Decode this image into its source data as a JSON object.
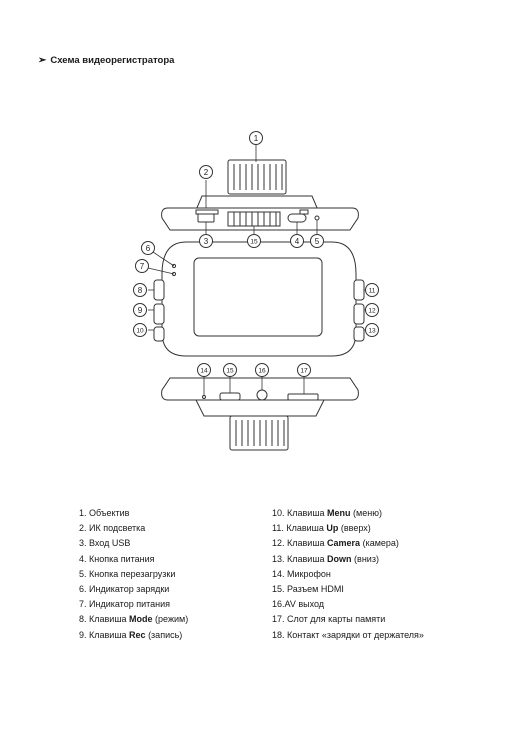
{
  "heading": {
    "bullet": "➢",
    "title": "Схема видеорегистратора"
  },
  "diagram_labels": [
    "1",
    "2",
    "3",
    "4",
    "5",
    "6",
    "7",
    "8",
    "9",
    "10",
    "11",
    "12",
    "13",
    "14",
    "15",
    "16",
    "17"
  ],
  "legend_left": [
    {
      "text": "1. Объектив"
    },
    {
      "text": "2. ИК подсветка"
    },
    {
      "text": "3. Вход USB"
    },
    {
      "text": "4. Кнопка питания"
    },
    {
      "text": "5. Кнопка перезагрузки"
    },
    {
      "text": "6. Индикатор зарядки"
    },
    {
      "text": "7. Индикатор питания"
    },
    {
      "pre": "8. Клавиша ",
      "bold": "Mode",
      "post": " (режим)"
    },
    {
      "pre": "9. Клавиша ",
      "bold": "Rec",
      "post": " (запись)"
    }
  ],
  "legend_right": [
    {
      "pre": "10. Клавиша ",
      "bold": "Menu",
      "post": " (меню)"
    },
    {
      "pre": "11. Клавиша ",
      "bold": "Up",
      "post": " (вверх)"
    },
    {
      "pre": "12. Клавиша ",
      "bold": "Camera",
      "post": " (камера)"
    },
    {
      "pre": "13. Клавиша ",
      "bold": "Down",
      "post": " (вниз)"
    },
    {
      "text": "14. Микрофон"
    },
    {
      "text": "15. Разъем HDMI"
    },
    {
      "text": "16.AV выход"
    },
    {
      "text": "17. Слот для карты памяти"
    },
    {
      "text": "18. Контакт «зарядки от держателя»"
    }
  ]
}
